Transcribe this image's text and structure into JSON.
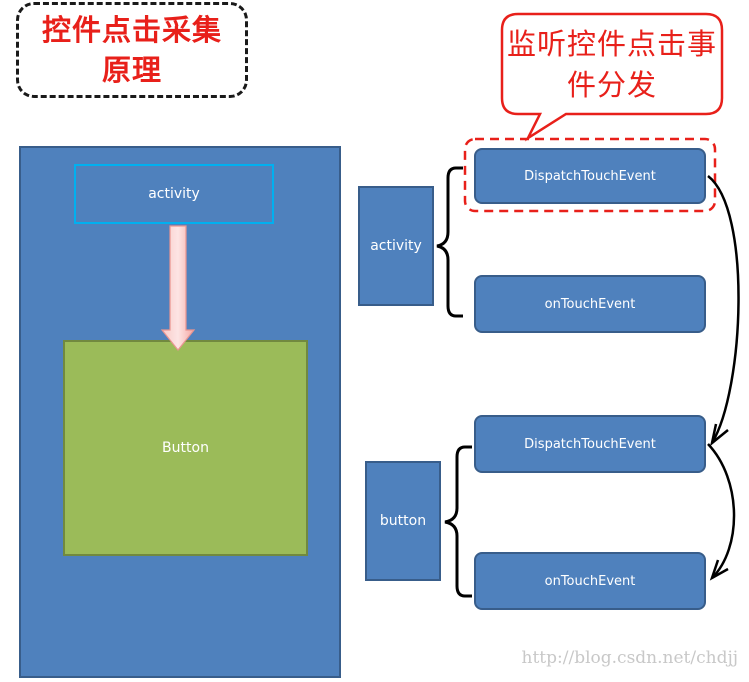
{
  "title": "控件点击采集原理",
  "callout": "监听控件点击事件分发",
  "diagram": {
    "left_panel": {
      "activity_label": "activity",
      "button_label": "Button"
    },
    "activity_group": {
      "label": "activity",
      "events": [
        "DispatchTouchEvent",
        "onTouchEvent"
      ]
    },
    "button_group": {
      "label": "button",
      "events": [
        "DispatchTouchEvent",
        "onTouchEvent"
      ]
    }
  },
  "watermark": "http://blog.csdn.net/chdjj",
  "colors": {
    "panel_blue": "#4f81bd",
    "panel_border": "#385d8a",
    "button_green": "#9bbb59",
    "activity_outline": "#00b0f0",
    "highlight_red": "#e8201a",
    "arrow_pink": "#f4a7a3"
  }
}
